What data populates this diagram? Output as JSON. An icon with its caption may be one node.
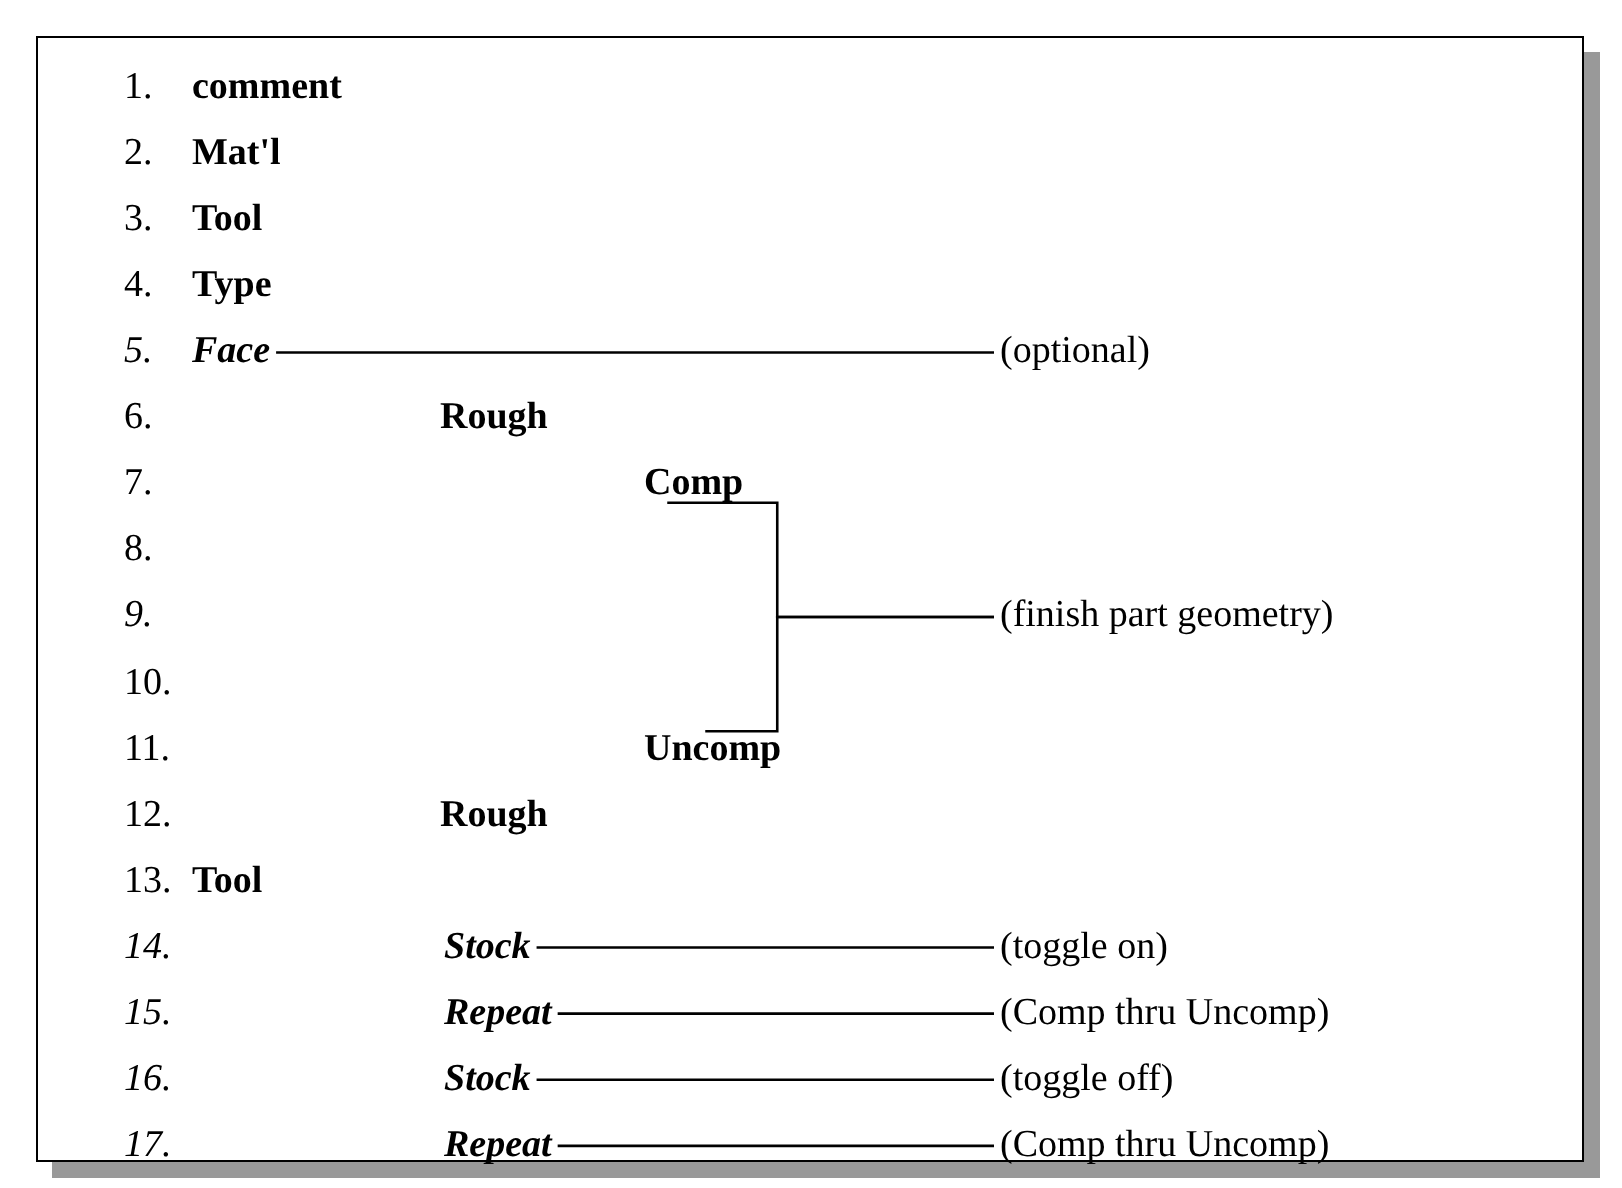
{
  "diagram": {
    "nodes": [
      {
        "text": [
          "Face"
        ]
      },
      {
        "text": [
          "(optional)"
        ]
      },
      {
        "text": [
          "Comp"
        ]
      },
      {
        "text": [
          "Uncomp"
        ]
      },
      {
        "text": [
          "(finish part geometry)"
        ]
      },
      {
        "text": [
          "Stock"
        ]
      },
      {
        "text": [
          "(toggle on)"
        ]
      },
      {
        "text": [
          "Repeat"
        ]
      },
      {
        "text": [
          "(Comp thru Uncomp)"
        ]
      },
      {
        "text": [
          "Stock"
        ]
      },
      {
        "text": [
          "(toggle off)"
        ]
      },
      {
        "text": [
          "Repeat"
        ]
      },
      {
        "text": [
          "(Comp thru Uncomp)"
        ]
      }
    ],
    "edges": [
      {
        "from": 0,
        "to": 1,
        "arrow": "none"
      },
      {
        "from": 2,
        "to": 4,
        "arrow": "none"
      },
      {
        "from": 3,
        "to": 4,
        "arrow": "none"
      },
      {
        "from": 5,
        "to": 6,
        "arrow": "none"
      },
      {
        "from": 7,
        "to": 8,
        "arrow": "none"
      },
      {
        "from": 9,
        "to": 10,
        "arrow": "none"
      },
      {
        "from": 11,
        "to": 12,
        "arrow": "none"
      }
    ],
    "labels": [
      "1.",
      "comment",
      "2.",
      "Mat'l",
      "3.",
      "Tool",
      "4.",
      "Type",
      "5.",
      "6.",
      "Rough",
      "7.",
      "8.",
      "9.",
      "10.",
      "11.",
      "12.",
      "Rough",
      "13.",
      "Tool",
      "14.",
      "15.",
      "16.",
      "17."
    ]
  }
}
